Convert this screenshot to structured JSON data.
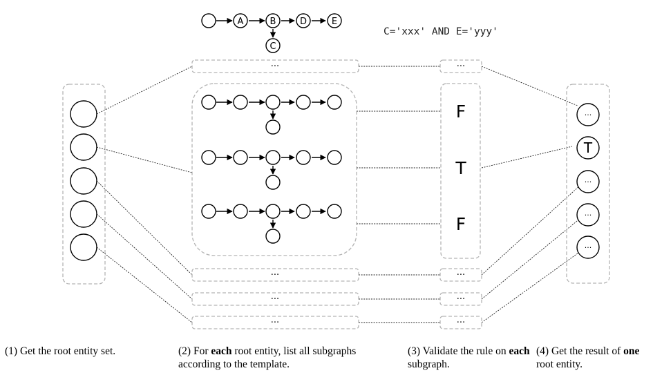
{
  "template_graph": {
    "node_labels": [
      "A",
      "B",
      "C",
      "D",
      "E"
    ]
  },
  "rule": "C='xxx' AND E='yyy'",
  "ellipsis": "···",
  "validation": [
    "F",
    "T",
    "F"
  ],
  "result": {
    "labels": [
      "···",
      "T",
      "···",
      "···",
      "···"
    ]
  },
  "captions": [
    {
      "parts": [
        {
          "text": "(1) Get the root entity set.",
          "bold": false
        }
      ]
    },
    {
      "parts": [
        {
          "text": "(2) For ",
          "bold": false
        },
        {
          "text": "each",
          "bold": true
        },
        {
          "text": " root entity, list all subgraphs according to the template.",
          "bold": false
        }
      ]
    },
    {
      "parts": [
        {
          "text": "(3) Validate the rule on ",
          "bold": false
        },
        {
          "text": "each",
          "bold": true
        },
        {
          "text": " subgraph.",
          "bold": false
        }
      ]
    },
    {
      "parts": [
        {
          "text": "(4) Get the result of ",
          "bold": false
        },
        {
          "text": "one",
          "bold": true
        },
        {
          "text": " root entity.",
          "bold": false
        }
      ]
    }
  ]
}
